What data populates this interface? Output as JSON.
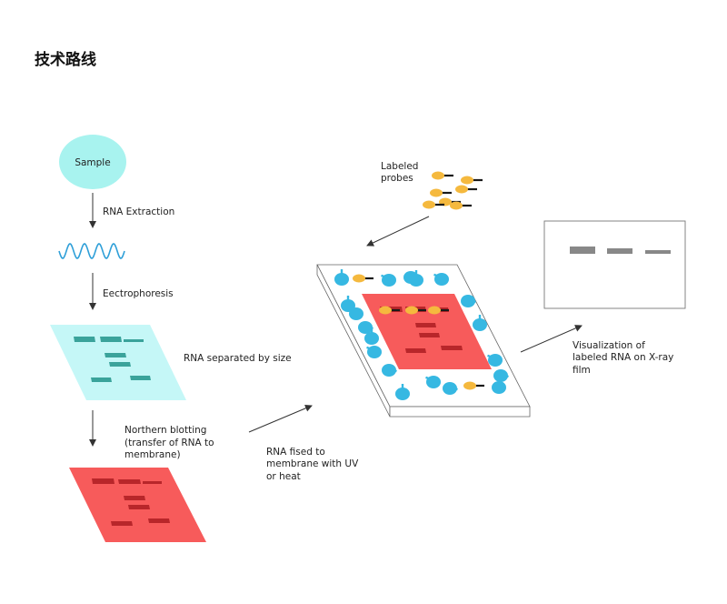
{
  "title": "技术路线",
  "sample_label": "Sample",
  "steps": {
    "extraction": "RNA Extraction",
    "electrophoresis": "Eectrophoresis",
    "separated": "RNA separated by size",
    "blotting": [
      "Northern blotting",
      "(transfer of RNA to",
      "membrane)"
    ],
    "fixed": [
      "RNA fised to",
      "membrane with UV",
      "or heat"
    ],
    "probes": [
      "Labeled",
      "probes"
    ],
    "visualization": [
      "Visualization of",
      "labeled RNA on X-ray",
      "film"
    ]
  },
  "colors": {
    "sample": "#a8f3ef",
    "gel": "#c5f7f7",
    "gel_band": "#3aa39b",
    "membrane": "#f75b5b",
    "membrane_band": "#b8262a",
    "probe": "#f5b93e",
    "probe_tail": "#1a1a1a",
    "bound_probe": "#36b8e2",
    "film_band": "#888888",
    "wave": "#2e9fd8",
    "arrow": "#333333"
  }
}
